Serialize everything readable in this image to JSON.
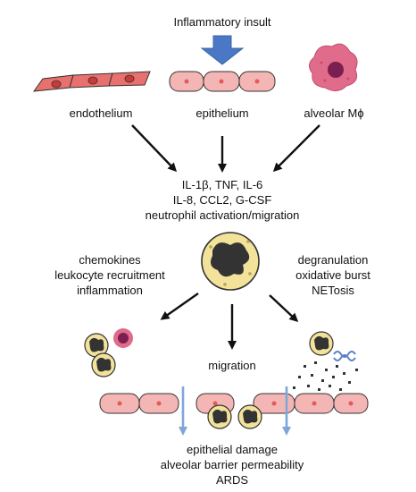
{
  "title": "Inflammatory insult",
  "sources": [
    {
      "label": "endothelium"
    },
    {
      "label": "epithelium"
    },
    {
      "label": "alveolar Mϕ"
    }
  ],
  "mediators": [
    "IL-1β, TNF, IL-6",
    "IL-8, CCL2, G-CSF",
    "neutrophil activation/migration"
  ],
  "left_effects": [
    "chemokines",
    "leukocyte recruitment",
    "inflammation"
  ],
  "right_effects": [
    "degranulation",
    "oxidative burst",
    "NETosis"
  ],
  "migration_label": "migration",
  "outcomes": [
    "epithelial damage",
    "alveolar barrier permeability",
    "ARDS"
  ],
  "colors": {
    "cell_fill": "#f4b6b4",
    "cell_stroke": "#333333",
    "endo_fill": "#e8706e",
    "nucleus": "#e45a5a",
    "neutrophil_fill": "#f2e29a",
    "neutrophil_nucleus": "#333333",
    "macrophage": "#e06b8a",
    "macrophage_core": "#7a1f4f",
    "insult_arrow": "#4a78c4",
    "blue_arrow": "#7fa6d9",
    "dna": "#5a7fc9"
  }
}
